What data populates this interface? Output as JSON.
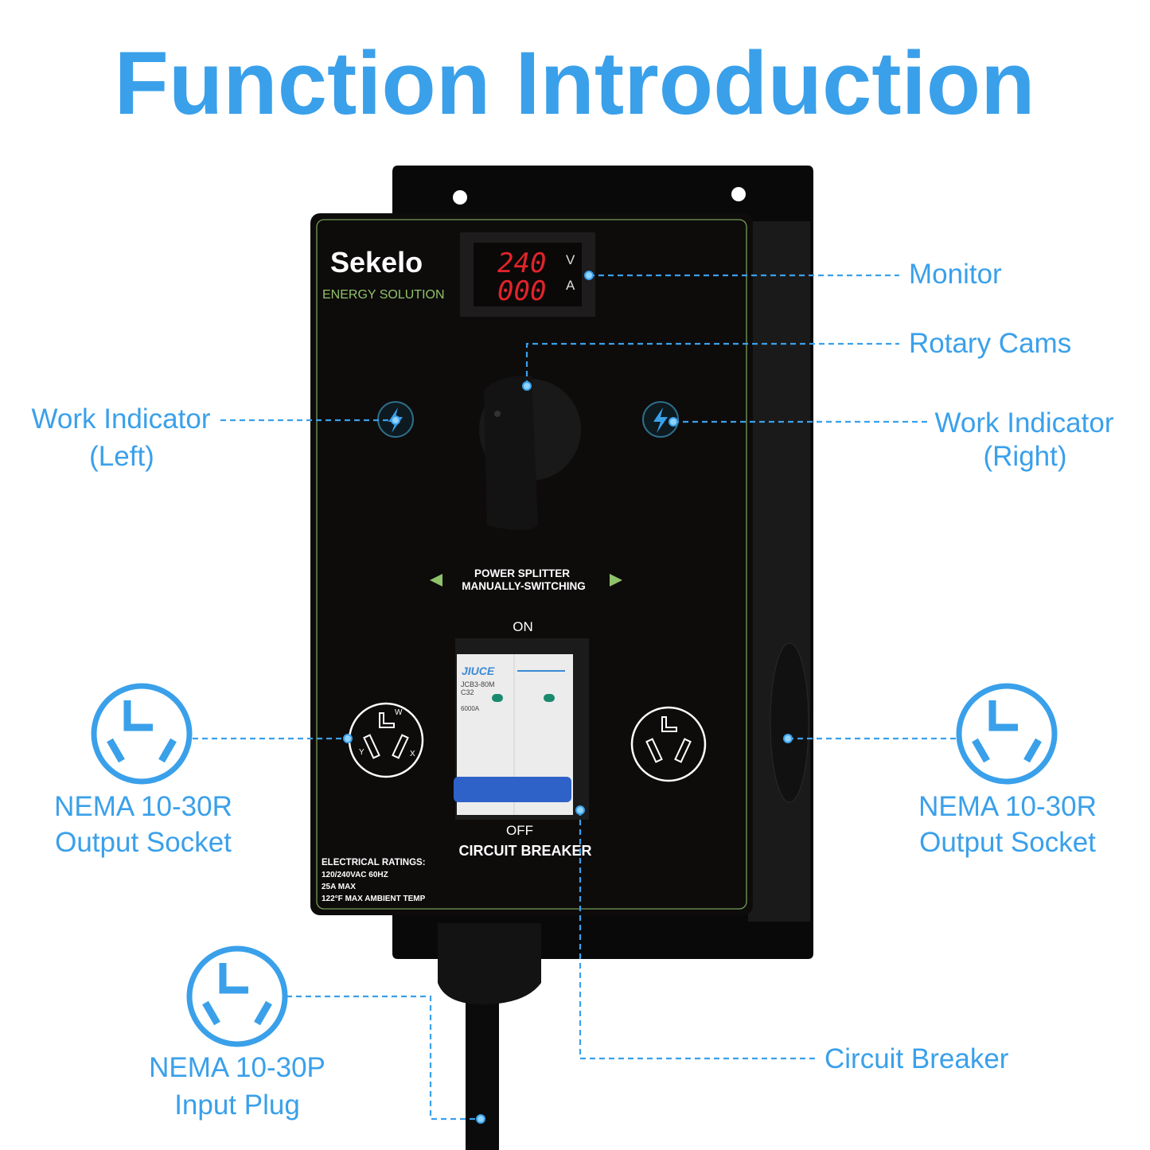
{
  "title": "Function Introduction",
  "colors": {
    "accent": "#3aa0ea",
    "panel": "#0e0b0b",
    "panel_border": "#8fc36a",
    "display_digits": "#e0242a",
    "breaker_handle": "#2f62c8"
  },
  "device": {
    "brand": "Sekelo",
    "tagline": "ENERGY SOLUTION",
    "monitor": {
      "voltage": "240",
      "voltage_unit": "V",
      "current": "000",
      "current_unit": "A"
    },
    "switch_label_1": "POWER SPLITTER",
    "switch_label_2": "MANUALLY-SWITCHING",
    "on_label": "ON",
    "off_label": "OFF",
    "breaker_label": "CIRCUIT BREAKER",
    "breaker_brand": "JIUCE",
    "breaker_model": "JCB3-80M",
    "breaker_rating": "C32",
    "breaker_capacity": "6000A",
    "socket_letters": {
      "w": "W",
      "x": "X",
      "y": "Y"
    },
    "ratings": [
      "ELECTRICAL RATINGS:",
      "120/240VAC 60HZ",
      "25A MAX",
      "122°F MAX AMBIENT TEMP"
    ]
  },
  "callouts": {
    "monitor": "Monitor",
    "rotary": "Rotary Cams",
    "work_left_1": "Work Indicator",
    "work_left_2": "(Left)",
    "work_right_1": "Work Indicator",
    "work_right_2": "(Right)",
    "output_left_1": "NEMA 10-30R",
    "output_left_2": "Output Socket",
    "output_right_1": "NEMA 10-30R",
    "output_right_2": "Output Socket",
    "input_1": "NEMA 10-30P",
    "input_2": "Input Plug",
    "breaker": "Circuit Breaker"
  }
}
